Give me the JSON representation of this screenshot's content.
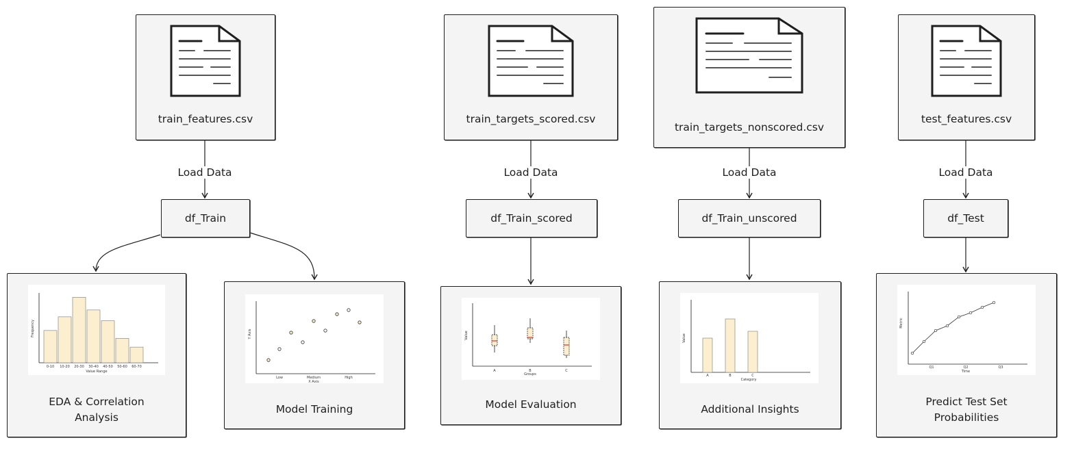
{
  "files": [
    {
      "name": "train_features.csv"
    },
    {
      "name": "train_targets_scored.csv"
    },
    {
      "name": "train_targets_nonscored.csv"
    },
    {
      "name": "test_features.csv"
    }
  ],
  "edge_label": "Load Data",
  "dataframes": [
    "df_Train",
    "df_Train_scored",
    "df_Train_unscored",
    "df_Test"
  ],
  "steps": [
    {
      "line1": "EDA & Correlation",
      "line2": "Analysis"
    },
    {
      "line1": "Model Training",
      "line2": ""
    },
    {
      "line1": "Model Evaluation",
      "line2": ""
    },
    {
      "line1": "Additional Insights",
      "line2": ""
    },
    {
      "line1": "Predict Test Set",
      "line2": "Probabilities"
    }
  ],
  "histogram": {
    "ylabel": "Frequency",
    "xlabel": "Value Range",
    "categories": [
      "0-10",
      "10-20",
      "20-30",
      "30-40",
      "40-50",
      "50-60",
      "60-70"
    ],
    "values": [
      33,
      47,
      67,
      54,
      43,
      25,
      16
    ]
  },
  "scatter": {
    "ylabel": "Y Axis",
    "xlabel": "X Axis",
    "ticks": [
      "Low",
      "Medium",
      "High"
    ]
  },
  "boxplot": {
    "ylabel": "Value",
    "xlabel": "Groups",
    "categories": [
      "A",
      "B",
      "C"
    ]
  },
  "barchart": {
    "ylabel": "Value",
    "xlabel": "Category",
    "categories": [
      "A",
      "B",
      "C"
    ]
  },
  "linechart": {
    "ylabel": "Metric",
    "xlabel": "Time",
    "ticks": [
      "Q1",
      "Q2",
      "Q3"
    ]
  },
  "colors": {
    "stroke": "#1e1e1e",
    "box_fill": "#f4f4f4",
    "bar_fill": "#fbefcf",
    "median": "#e03131"
  }
}
